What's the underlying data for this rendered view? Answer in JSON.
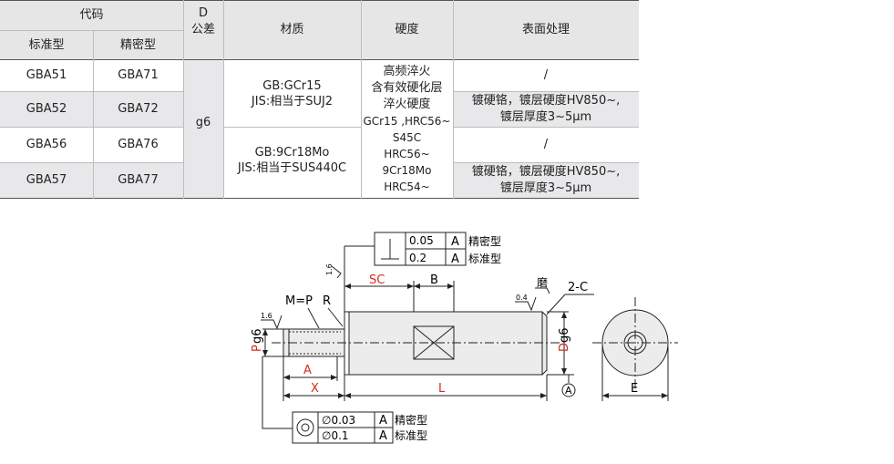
{
  "table": {
    "header": {
      "code": "代码",
      "standard": "标准型",
      "precision": "精密型",
      "d_line1": "D",
      "d_line2": "公差",
      "material": "材质",
      "hardness": "硬度",
      "surface": "表面处理"
    },
    "rows": [
      {
        "standard": "GBA51",
        "precision": "GBA71",
        "surface": "/"
      },
      {
        "standard": "GBA52",
        "precision": "GBA72",
        "surface_l1": "镀硬铬，镀层硬度HV850~,",
        "surface_l2": "镀层厚度3~5μm"
      },
      {
        "standard": "GBA56",
        "precision": "GBA76",
        "surface": "/"
      },
      {
        "standard": "GBA57",
        "precision": "GBA77",
        "surface_l1": "镀硬铬，镀层硬度HV850~,",
        "surface_l2": "镀层厚度3~5μm"
      }
    ],
    "tolerance": "g6",
    "material_1_l1": "GB:GCr15",
    "material_1_l2": "JIS:相当于SUJ2",
    "material_2_l1": "GB:9Cr18Mo",
    "material_2_l2": "JIS:相当于SUS440C",
    "hardness_lines": [
      "高频淬火",
      "含有效硬化层",
      "淬火硬度",
      "GCr15 ,HRC56~",
      "S45C",
      "HRC56~",
      "9Cr18Mo",
      "HRC54~"
    ]
  },
  "drawing": {
    "perp_tol_precision": "0.05",
    "perp_tol_standard": "0.2",
    "datum": "A",
    "precision_label": "精密型",
    "standard_label": "标准型",
    "conc_tol_precision": "∅0.03",
    "conc_tol_standard": "∅0.1",
    "roughness_1": "1.6",
    "roughness_2": "1.6",
    "roughness_3": "0.4",
    "label_sc": "SC",
    "label_b": "B",
    "label_grind": "磨",
    "label_chamfer": "2-C",
    "label_mp": "M=P",
    "label_r": "R",
    "label_p": "P",
    "label_pg6": "g6",
    "label_d": "D",
    "label_dg6": "g6",
    "label_a": "A",
    "label_x": "X",
    "label_l": "L",
    "label_e": "E",
    "datum_circle": "A",
    "colors": {
      "red_label": "#d42a1e",
      "line": "#222222",
      "body_fill": "#ececec"
    }
  }
}
